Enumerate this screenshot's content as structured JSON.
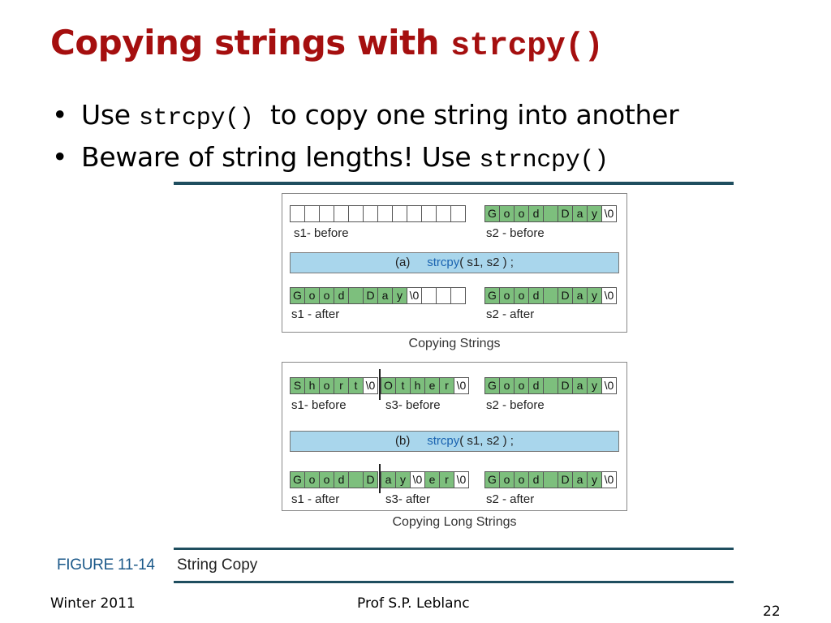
{
  "title": {
    "text": "Copying strings with ",
    "code": "strcpy()"
  },
  "bullets": [
    {
      "dot": "•",
      "pre": "Use ",
      "code": "strcpy()",
      "post": "  to copy one string into another"
    },
    {
      "dot": "•",
      "pre": "Beware of string lengths! Use ",
      "code": "strncpy()",
      "post": ""
    }
  ],
  "figure_a": {
    "s1_before": {
      "label": "s1- before",
      "cells": [
        {
          "t": "",
          "c": "w"
        },
        {
          "t": "",
          "c": "w"
        },
        {
          "t": "",
          "c": "w"
        },
        {
          "t": "",
          "c": "w"
        },
        {
          "t": "",
          "c": "w"
        },
        {
          "t": "",
          "c": "w"
        },
        {
          "t": "",
          "c": "w"
        },
        {
          "t": "",
          "c": "w"
        },
        {
          "t": "",
          "c": "w"
        },
        {
          "t": "",
          "c": "w"
        },
        {
          "t": "",
          "c": "w"
        },
        {
          "t": "",
          "c": "w"
        }
      ]
    },
    "s2_before": {
      "label": "s2 - before",
      "cells": [
        {
          "t": "G",
          "c": "g"
        },
        {
          "t": "o",
          "c": "g"
        },
        {
          "t": "o",
          "c": "g"
        },
        {
          "t": "d",
          "c": "g"
        },
        {
          "t": "",
          "c": "g"
        },
        {
          "t": "D",
          "c": "g"
        },
        {
          "t": "a",
          "c": "g"
        },
        {
          "t": "y",
          "c": "g"
        },
        {
          "t": "\\0",
          "c": "w"
        }
      ]
    },
    "op": {
      "prefix": "(a)",
      "fn": "strcpy",
      "args": "( s1, s2 ) ;"
    },
    "s1_after": {
      "label": "s1 - after",
      "cells": [
        {
          "t": "G",
          "c": "g"
        },
        {
          "t": "o",
          "c": "g"
        },
        {
          "t": "o",
          "c": "g"
        },
        {
          "t": "d",
          "c": "g"
        },
        {
          "t": "",
          "c": "g"
        },
        {
          "t": "D",
          "c": "g"
        },
        {
          "t": "a",
          "c": "g"
        },
        {
          "t": "y",
          "c": "g"
        },
        {
          "t": "\\0",
          "c": "w"
        },
        {
          "t": "",
          "c": "w"
        },
        {
          "t": "",
          "c": "w"
        },
        {
          "t": "",
          "c": "w"
        }
      ]
    },
    "s2_after": {
      "label": "s2 - after",
      "cells": [
        {
          "t": "G",
          "c": "g"
        },
        {
          "t": "o",
          "c": "g"
        },
        {
          "t": "o",
          "c": "g"
        },
        {
          "t": "d",
          "c": "g"
        },
        {
          "t": "",
          "c": "g"
        },
        {
          "t": "D",
          "c": "g"
        },
        {
          "t": "a",
          "c": "g"
        },
        {
          "t": "y",
          "c": "g"
        },
        {
          "t": "\\0",
          "c": "w"
        }
      ]
    },
    "caption": "Copying Strings"
  },
  "figure_b": {
    "s1_before": {
      "label": "s1- before",
      "cells": [
        {
          "t": "S",
          "c": "g"
        },
        {
          "t": "h",
          "c": "g"
        },
        {
          "t": "o",
          "c": "g"
        },
        {
          "t": "r",
          "c": "g"
        },
        {
          "t": "t",
          "c": "g"
        },
        {
          "t": "\\0",
          "c": "w"
        }
      ]
    },
    "s3_before": {
      "label": "s3- before",
      "cells": [
        {
          "t": "O",
          "c": "g"
        },
        {
          "t": "t",
          "c": "g"
        },
        {
          "t": "h",
          "c": "g"
        },
        {
          "t": "e",
          "c": "g"
        },
        {
          "t": "r",
          "c": "g"
        },
        {
          "t": "\\0",
          "c": "w"
        }
      ]
    },
    "s2_before": {
      "label": "s2 - before",
      "cells": [
        {
          "t": "G",
          "c": "g"
        },
        {
          "t": "o",
          "c": "g"
        },
        {
          "t": "o",
          "c": "g"
        },
        {
          "t": "d",
          "c": "g"
        },
        {
          "t": "",
          "c": "g"
        },
        {
          "t": "D",
          "c": "g"
        },
        {
          "t": "a",
          "c": "g"
        },
        {
          "t": "y",
          "c": "g"
        },
        {
          "t": "\\0",
          "c": "w"
        }
      ]
    },
    "op": {
      "prefix": "(b)",
      "fn": "strcpy",
      "args": "( s1, s2 ) ;"
    },
    "s1_after": {
      "label": "s1 - after",
      "cells": [
        {
          "t": "G",
          "c": "g"
        },
        {
          "t": "o",
          "c": "g"
        },
        {
          "t": "o",
          "c": "g"
        },
        {
          "t": "d",
          "c": "g"
        },
        {
          "t": "",
          "c": "g"
        },
        {
          "t": "D",
          "c": "g"
        }
      ]
    },
    "s3_after": {
      "label": "s3- after",
      "cells": [
        {
          "t": "a",
          "c": "g"
        },
        {
          "t": "y",
          "c": "g"
        },
        {
          "t": "\\0",
          "c": "w"
        },
        {
          "t": "e",
          "c": "g"
        },
        {
          "t": "r",
          "c": "g"
        },
        {
          "t": "\\0",
          "c": "w"
        }
      ]
    },
    "s2_after": {
      "label": "s2 - after",
      "cells": [
        {
          "t": "G",
          "c": "g"
        },
        {
          "t": "o",
          "c": "g"
        },
        {
          "t": "o",
          "c": "g"
        },
        {
          "t": "d",
          "c": "g"
        },
        {
          "t": "",
          "c": "g"
        },
        {
          "t": "D",
          "c": "g"
        },
        {
          "t": "a",
          "c": "g"
        },
        {
          "t": "y",
          "c": "g"
        },
        {
          "t": "\\0",
          "c": "w"
        }
      ]
    },
    "caption": "Copying Long Strings"
  },
  "figure": {
    "number": "FIGURE 11-14",
    "title": "String Copy"
  },
  "footer": {
    "left": "Winter 2011",
    "center": "Prof S.P. Leblanc",
    "page": "22"
  },
  "colors": {
    "title": "#a50f0f",
    "cell_fill": "#7dbf7d",
    "op_bar": "#a9d6ec",
    "fn_text": "#1a63b0",
    "rule": "#1f4e5f",
    "figure_label": "#1d5a8a"
  }
}
